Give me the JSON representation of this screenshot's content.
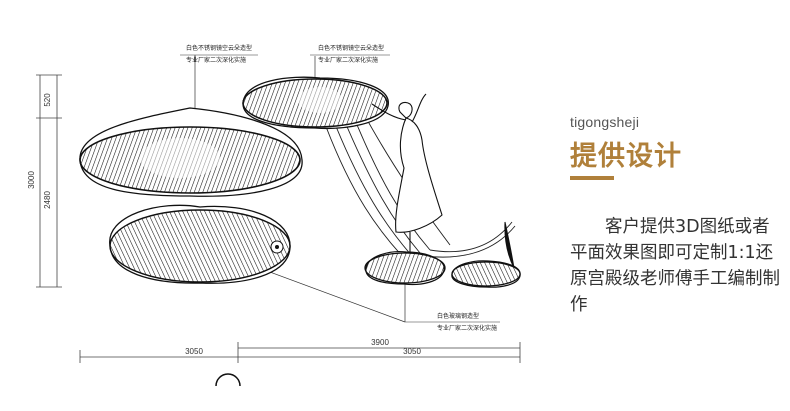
{
  "annotations": {
    "left_line1": "白色不锈钢镜空云朵造型",
    "left_line2": "专业厂家二次深化实施",
    "top_line1": "白色不锈钢镜空云朵造型",
    "top_line2": "专业厂家二次深化实施",
    "bottom_line1": "白色玻璃钢造型",
    "bottom_line2": "专业厂家二次深化实施"
  },
  "dimensions": {
    "v_top": "520",
    "v_total": "3000",
    "v_lower": "2480",
    "h_left": "3050",
    "h_right": "3050",
    "h_upper": "3900"
  },
  "panel": {
    "brand": "tigongsheji",
    "title": "提供设计",
    "accent_color": "#b0803a",
    "description": "客户提供3D图纸或者平面效果图即可定制1:1还原宫殿级老师傅手工编制制作"
  }
}
